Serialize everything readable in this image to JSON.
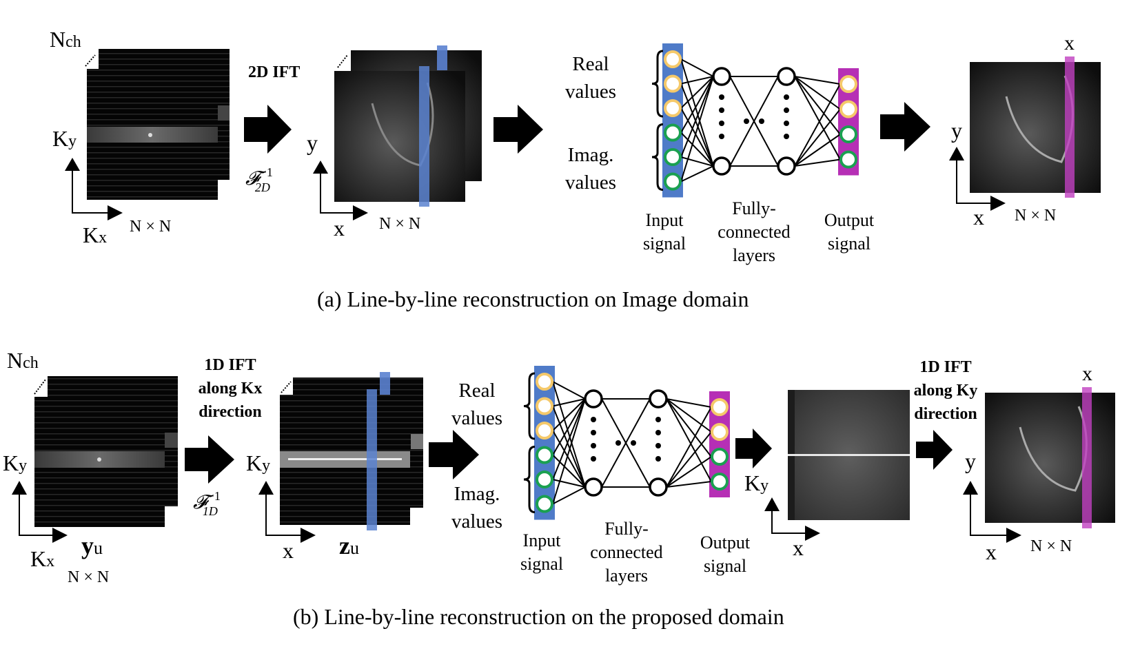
{
  "panel_a": {
    "caption": "(a) Line-by-line reconstruction on Image domain",
    "kspace": {
      "channel_label_main": "N",
      "channel_label_sub": "ch",
      "axis_y_main": "K",
      "axis_y_sub": "y",
      "axis_x_main": "K",
      "axis_x_sub": "x",
      "size_label": "N × N"
    },
    "transform": {
      "label": "2D IFT",
      "operator_main": "𝓕",
      "operator_sup": "−1",
      "operator_sub": "2D"
    },
    "image": {
      "axis_y": "y",
      "axis_x": "x",
      "size_label": "N × N"
    },
    "values": {
      "real_line1": "Real",
      "real_line2": "values",
      "imag_line1": "Imag.",
      "imag_line2": "values"
    },
    "network": {
      "input_line1": "Input",
      "input_line2": "signal",
      "fc_line1": "Fully-",
      "fc_line2": "connected",
      "fc_line3": "layers",
      "output_line1": "Output",
      "output_line2": "signal"
    },
    "result": {
      "line_label": "x",
      "axis_y": "y",
      "axis_x": "x",
      "size_label": "N × N"
    }
  },
  "panel_b": {
    "caption": "(b) Line-by-line reconstruction on the proposed domain",
    "kspace": {
      "channel_label_main": "N",
      "channel_label_sub": "ch",
      "axis_y_main": "K",
      "axis_y_sub": "y",
      "axis_x_main": "K",
      "axis_x_sub": "x",
      "vector_main": "y",
      "vector_sub": "u",
      "size_label": "N × N"
    },
    "transform1": {
      "line1": "1D IFT",
      "line2": "along Kx",
      "line3": "direction",
      "operator_main": "𝓕",
      "operator_sup": "−1",
      "operator_sub": "1D"
    },
    "hybrid": {
      "axis_y_main": "K",
      "axis_y_sub": "y",
      "axis_x": "x",
      "vector_main": "z",
      "vector_sub": "u"
    },
    "values": {
      "real_line1": "Real",
      "real_line2": "values",
      "imag_line1": "Imag.",
      "imag_line2": "values"
    },
    "network": {
      "input_line1": "Input",
      "input_line2": "signal",
      "fc_line1": "Fully-",
      "fc_line2": "connected",
      "fc_line3": "layers",
      "output_line1": "Output",
      "output_line2": "signal"
    },
    "hybrid_out": {
      "axis_y_main": "K",
      "axis_y_sub": "y",
      "axis_x": "x"
    },
    "transform2": {
      "line1": "1D IFT",
      "line2": "along Ky",
      "line3": "direction"
    },
    "result": {
      "line_label": "x",
      "axis_y": "y",
      "axis_x": "x",
      "size_label": "N × N"
    }
  },
  "colors": {
    "input_bar": "#4f7bc8",
    "output_bar": "#b62fb5",
    "real_node": "#f5c96a",
    "imag_node": "#1aa050",
    "line_highlight_blue": "#5b82d0",
    "line_highlight_magenta": "#c040c0"
  }
}
